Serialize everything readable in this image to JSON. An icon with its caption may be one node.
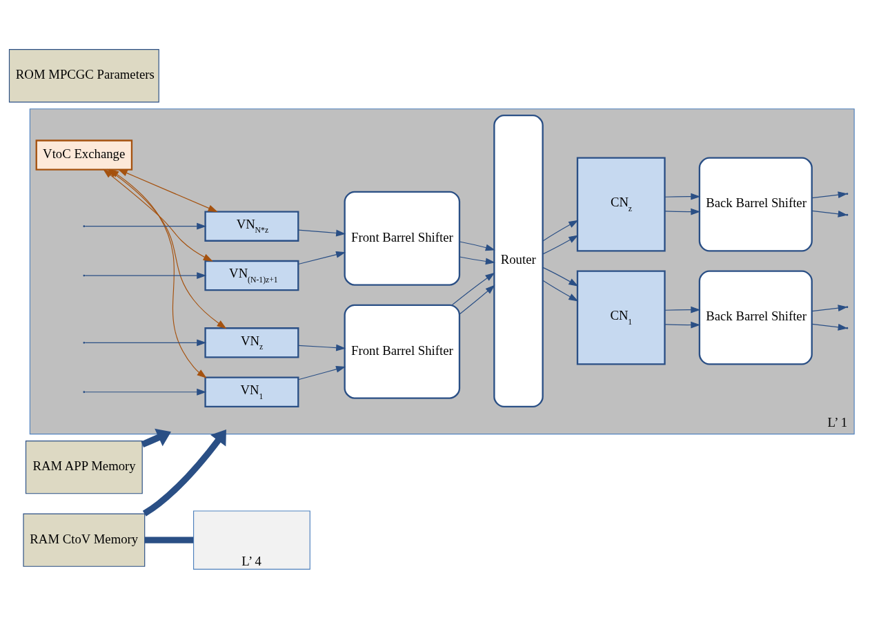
{
  "diagram": {
    "nodes": [
      {
        "text": [
          "RAM CtoV Memory"
        ]
      },
      {
        "text": [
          "RAM APP Memory"
        ]
      },
      {
        "text": [
          "ROM MPCGC Parameters"
        ]
      },
      {
        "text": [
          "L’ 1"
        ]
      },
      {
        "text": [
          "L’ 4"
        ]
      },
      {
        "text": [
          "VN$_{1}$"
        ],
        "in": 3
      },
      {
        "text": [
          "VN$_{z}$"
        ],
        "in": 3
      },
      {
        "text": [
          "VtoC Exchange"
        ],
        "in": 3
      },
      {
        "text": [
          "VN$_{(N-1)z+1}$"
        ],
        "in": 3
      },
      {
        "text": [
          "VN$_{N*z}$"
        ],
        "in": 3
      },
      {
        "text": [
          "Front Barrel Shifter"
        ],
        "in": 3
      },
      {
        "text": [
          "Front Barrel Shifter"
        ],
        "in": 3
      },
      {
        "text": [
          "Router"
        ],
        "in": 3
      },
      {
        "text": [
          "CN$_{1}$"
        ],
        "in": 3
      },
      {
        "text": [
          "CN$_{z}$"
        ],
        "in": 3
      },
      {
        "text": [
          "Back Barrel Shifter"
        ],
        "in": 3
      },
      {
        "text": [
          "Back Barrel Shifter"
        ],
        "in": 3
      }
    ],
    "edges": [
      {
        "from": 0,
        "to": 3,
        "arrow": "to",
        "style": "thick"
      },
      {
        "from": 0,
        "to": 4,
        "arrow": "none",
        "style": "thick"
      },
      {
        "from": 1,
        "to": 3,
        "arrow": "to",
        "style": "thick"
      },
      {
        "from": null,
        "to": 5,
        "arrow": "to"
      },
      {
        "from": null,
        "to": 6,
        "arrow": "to"
      },
      {
        "from": null,
        "to": 8,
        "arrow": "to"
      },
      {
        "from": null,
        "to": 9,
        "arrow": "to"
      },
      {
        "from": 7,
        "to": 5,
        "arrow": "both",
        "color": "#a5520f"
      },
      {
        "from": 6,
        "to": 7,
        "arrow": "both",
        "color": "#a5520f"
      },
      {
        "from": 7,
        "to": 8,
        "arrow": "both",
        "color": "#a5520f"
      },
      {
        "from": 7,
        "to": 9,
        "arrow": "both",
        "color": "#a5520f"
      },
      {
        "from": 5,
        "to": 10,
        "arrow": "to"
      },
      {
        "from": 6,
        "to": 10,
        "arrow": "to"
      },
      {
        "from": 8,
        "to": 11,
        "arrow": "to"
      },
      {
        "from": 9,
        "to": 11,
        "arrow": "to"
      },
      {
        "from": 10,
        "to": 12,
        "arrow": "to"
      },
      {
        "from": 10,
        "to": 12,
        "arrow": "to"
      },
      {
        "from": 11,
        "to": 12,
        "arrow": "to"
      },
      {
        "from": 11,
        "to": 12,
        "arrow": "to"
      },
      {
        "from": 12,
        "to": 13,
        "arrow": "to"
      },
      {
        "from": 12,
        "to": 14,
        "arrow": "to"
      },
      {
        "from": 12,
        "to": 13,
        "arrow": "to"
      },
      {
        "from": 12,
        "to": 14,
        "arrow": "to"
      },
      {
        "from": 13,
        "to": 15,
        "arrow": "to"
      },
      {
        "from": 13,
        "to": 15,
        "arrow": "to"
      },
      {
        "from": 14,
        "to": 16,
        "arrow": "to"
      },
      {
        "from": 14,
        "to": 16,
        "arrow": "to"
      },
      {
        "from": 15,
        "to": null,
        "arrow": "to"
      },
      {
        "from": 15,
        "to": null,
        "arrow": "to"
      },
      {
        "from": 16,
        "to": null,
        "arrow": "to"
      },
      {
        "from": 16,
        "to": null,
        "arrow": "to"
      }
    ]
  }
}
